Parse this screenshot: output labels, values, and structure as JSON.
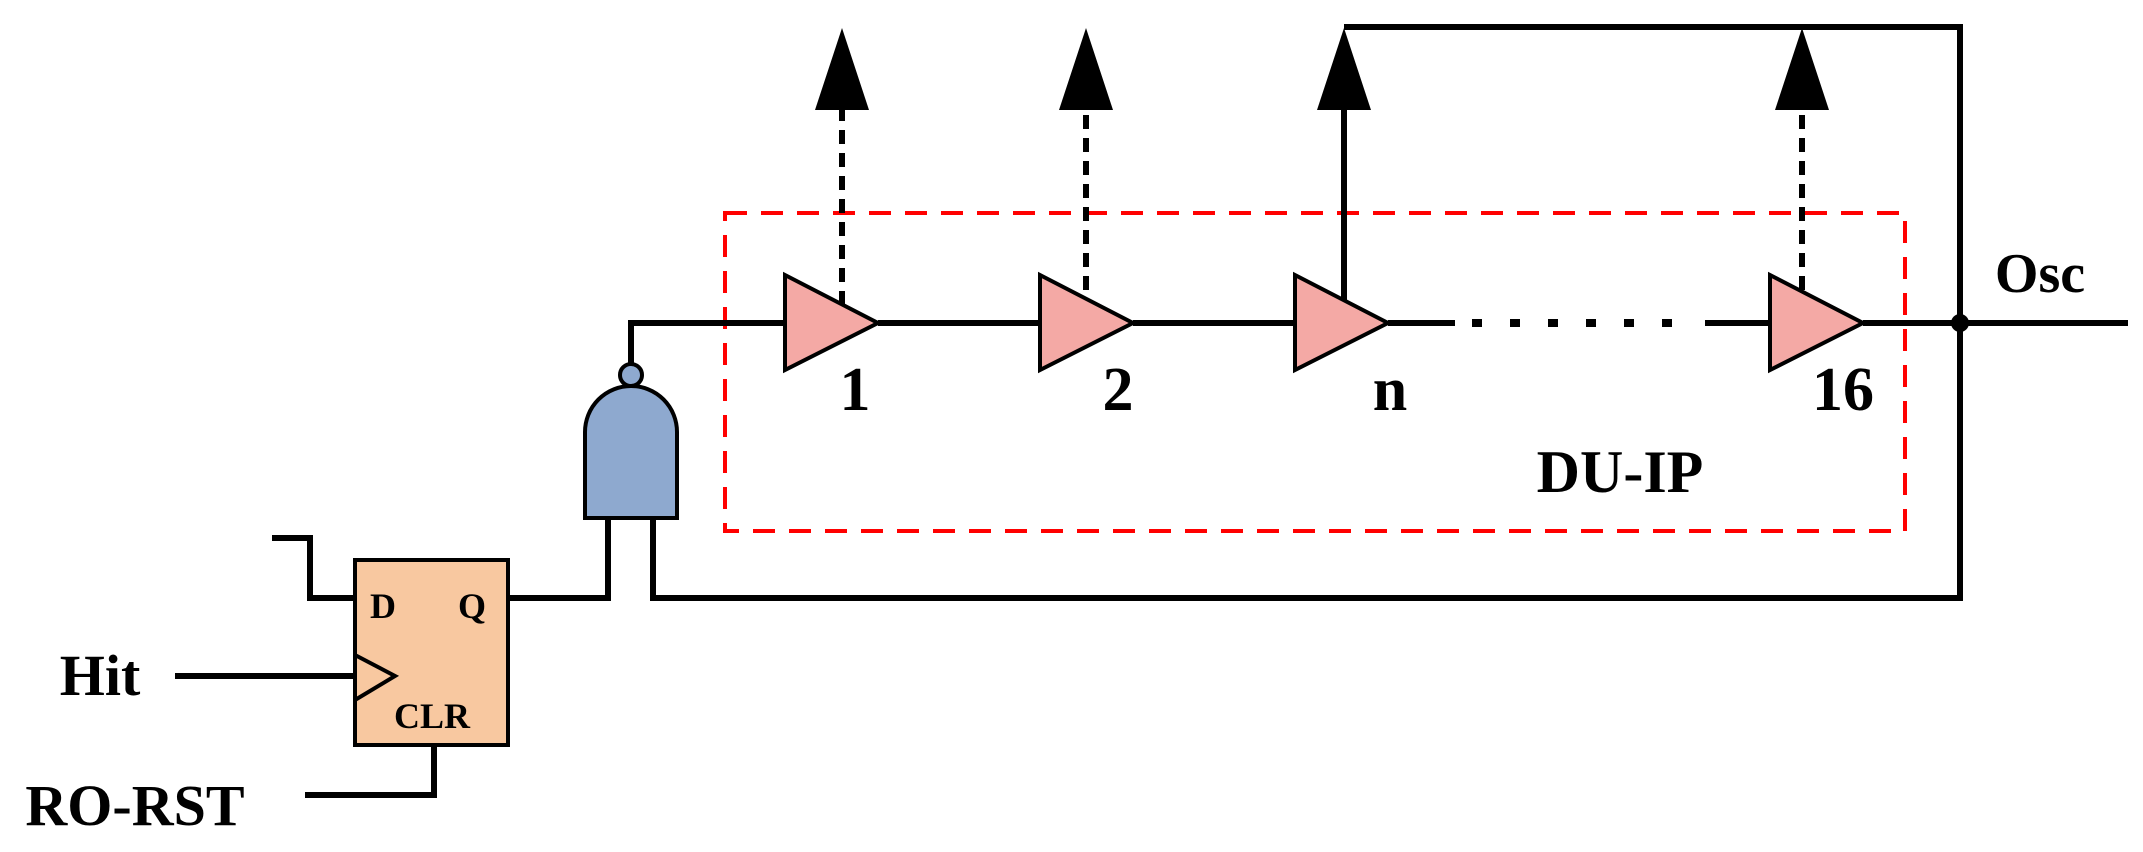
{
  "labels": {
    "hit": "Hit",
    "ro_rst": "RO-RST",
    "osc": "Osc",
    "du_ip": "DU-IP",
    "ff_d": "D",
    "ff_q": "Q",
    "ff_clr": "CLR"
  },
  "buffers": [
    {
      "label": "1",
      "tap": "dashed"
    },
    {
      "label": "2",
      "tap": "dashed"
    },
    {
      "label": "n",
      "tap": "solid"
    },
    {
      "label": "16",
      "tap": "dashed"
    }
  ],
  "colors": {
    "buffer_fill": "#f4a9a5",
    "flipflop_fill": "#f8c8a0",
    "nand_fill": "#8ea9cf",
    "dashed_box": "#ff0000",
    "wire": "#000000"
  }
}
